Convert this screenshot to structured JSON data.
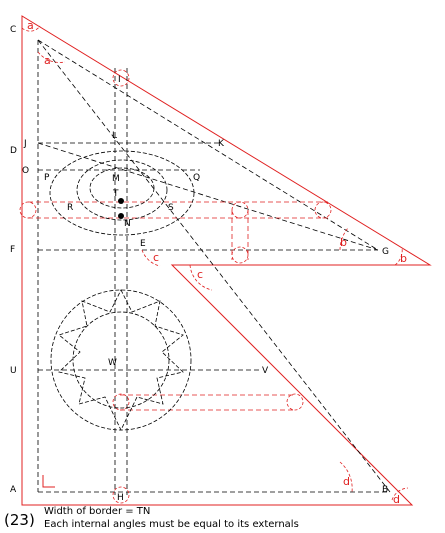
{
  "points": {
    "A": "A",
    "B": "B",
    "C": "C",
    "D": "D",
    "E": "E",
    "F": "F",
    "G": "G",
    "H": "H",
    "I": "I",
    "J": "J",
    "K": "K",
    "L": "L",
    "M": "M",
    "N": "N",
    "O": "O",
    "P": "P",
    "Q": "Q",
    "R": "R",
    "S": "S",
    "T": "T",
    "U": "U",
    "V": "V",
    "W": "W"
  },
  "angles": {
    "a": "a",
    "b": "b",
    "c": "c",
    "d": "d"
  },
  "caption": {
    "number": "(23)",
    "line1": "Width of border = TN",
    "line2": "Each internal angles must be equal to its externals"
  },
  "colors": {
    "construction": "#000000",
    "border": "#e02020",
    "background": "#ffffff"
  }
}
